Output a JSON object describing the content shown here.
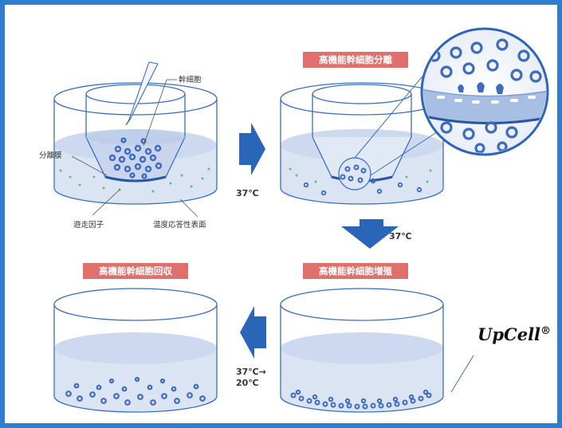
{
  "banners": {
    "separation": "高機能幹細胞分離",
    "proliferation": "高機能幹細胞増殖",
    "recovery": "高機能幹細胞回収"
  },
  "labels": {
    "stem_cell": "幹細胞",
    "membrane": "分離膜",
    "migration_factor": "遊走因子",
    "thermo_surface": "温度応答性表面"
  },
  "temperatures": {
    "step1": "37℃",
    "step2": "37℃",
    "step3_line1": "37℃→",
    "step3_line2": "20℃"
  },
  "brand": {
    "name": "UpCell",
    "mark": "®"
  },
  "colors": {
    "frame": "#2f7dcf",
    "banner": "#e0706d",
    "arrow": "#2a66b8",
    "liquid": "#dbe4f2",
    "cell": "#3f6bbf",
    "factor": "#5cc56a",
    "outline": "#3a6fbf"
  }
}
